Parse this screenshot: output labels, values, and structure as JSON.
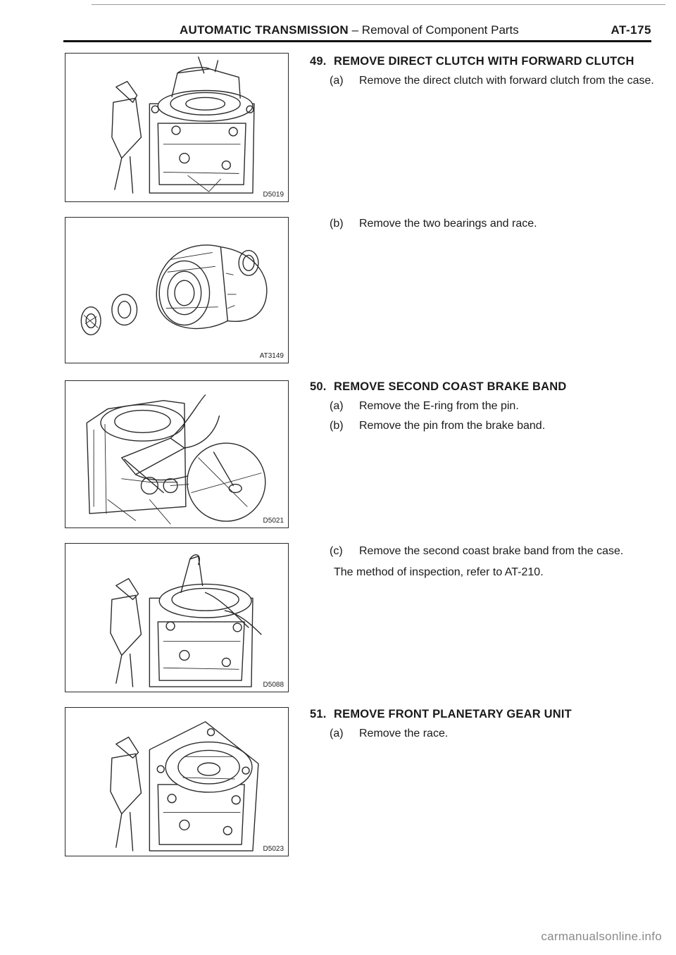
{
  "header": {
    "title_bold": "AUTOMATIC TRANSMISSION",
    "title_rest": " – Removal of Component Parts",
    "page": "AT-175"
  },
  "figures": [
    {
      "code": "D5019"
    },
    {
      "code": "AT3149"
    },
    {
      "code": "D5021"
    },
    {
      "code": "D5088"
    },
    {
      "code": "D5023"
    }
  ],
  "steps": {
    "s49": {
      "number": "49.",
      "title": "REMOVE DIRECT CLUTCH WITH FORWARD CLUTCH",
      "a_label": "(a)",
      "a_text": "Remove the direct clutch with forward clutch from the case.",
      "b_label": "(b)",
      "b_text": "Remove the two bearings and race."
    },
    "s50": {
      "number": "50.",
      "title": "REMOVE SECOND COAST BRAKE BAND",
      "a_label": "(a)",
      "a_text": "Remove the E-ring from the pin.",
      "b_label": "(b)",
      "b_text": "Remove the pin from the brake band.",
      "c_label": "(c)",
      "c_text": "Remove the second coast brake band from the case.",
      "note": "The method of inspection, refer to AT-210."
    },
    "s51": {
      "number": "51.",
      "title": "REMOVE FRONT PLANETARY GEAR UNIT",
      "a_label": "(a)",
      "a_text": "Remove the race."
    }
  },
  "footer": {
    "watermark": "carmanualsonline.info"
  }
}
